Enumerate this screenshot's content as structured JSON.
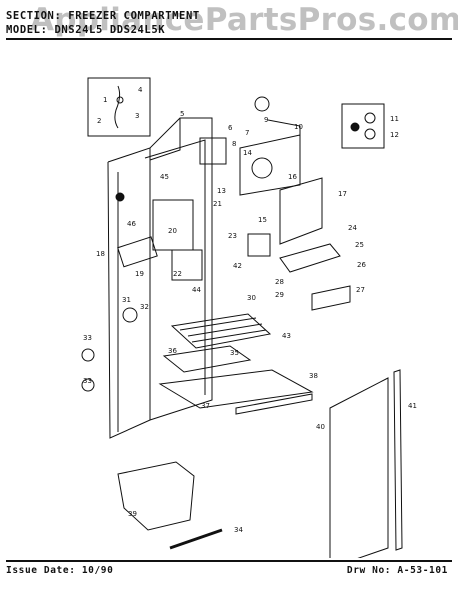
{
  "watermark": "AppliancePartsPros.com",
  "header": {
    "section_label": "SECTION:",
    "section_value": "FREEZER COMPARTMENT",
    "model_label": "MODEL:",
    "model_value": "DNS24L5  DDS24L5K"
  },
  "footer": {
    "issue": "Issue Date: 10/90",
    "drawing": "Drw No: A-53-101"
  },
  "callouts": [
    "1",
    "2",
    "3",
    "4",
    "5",
    "6",
    "7",
    "8",
    "9",
    "10",
    "11",
    "12",
    "13",
    "14",
    "15",
    "16",
    "17",
    "18",
    "19",
    "20",
    "21",
    "22",
    "23",
    "24",
    "25",
    "26",
    "27",
    "28",
    "29",
    "30",
    "31",
    "32",
    "33",
    "34",
    "35",
    "36",
    "37",
    "38",
    "39",
    "40",
    "41",
    "42",
    "43",
    "44",
    "45",
    "46"
  ]
}
